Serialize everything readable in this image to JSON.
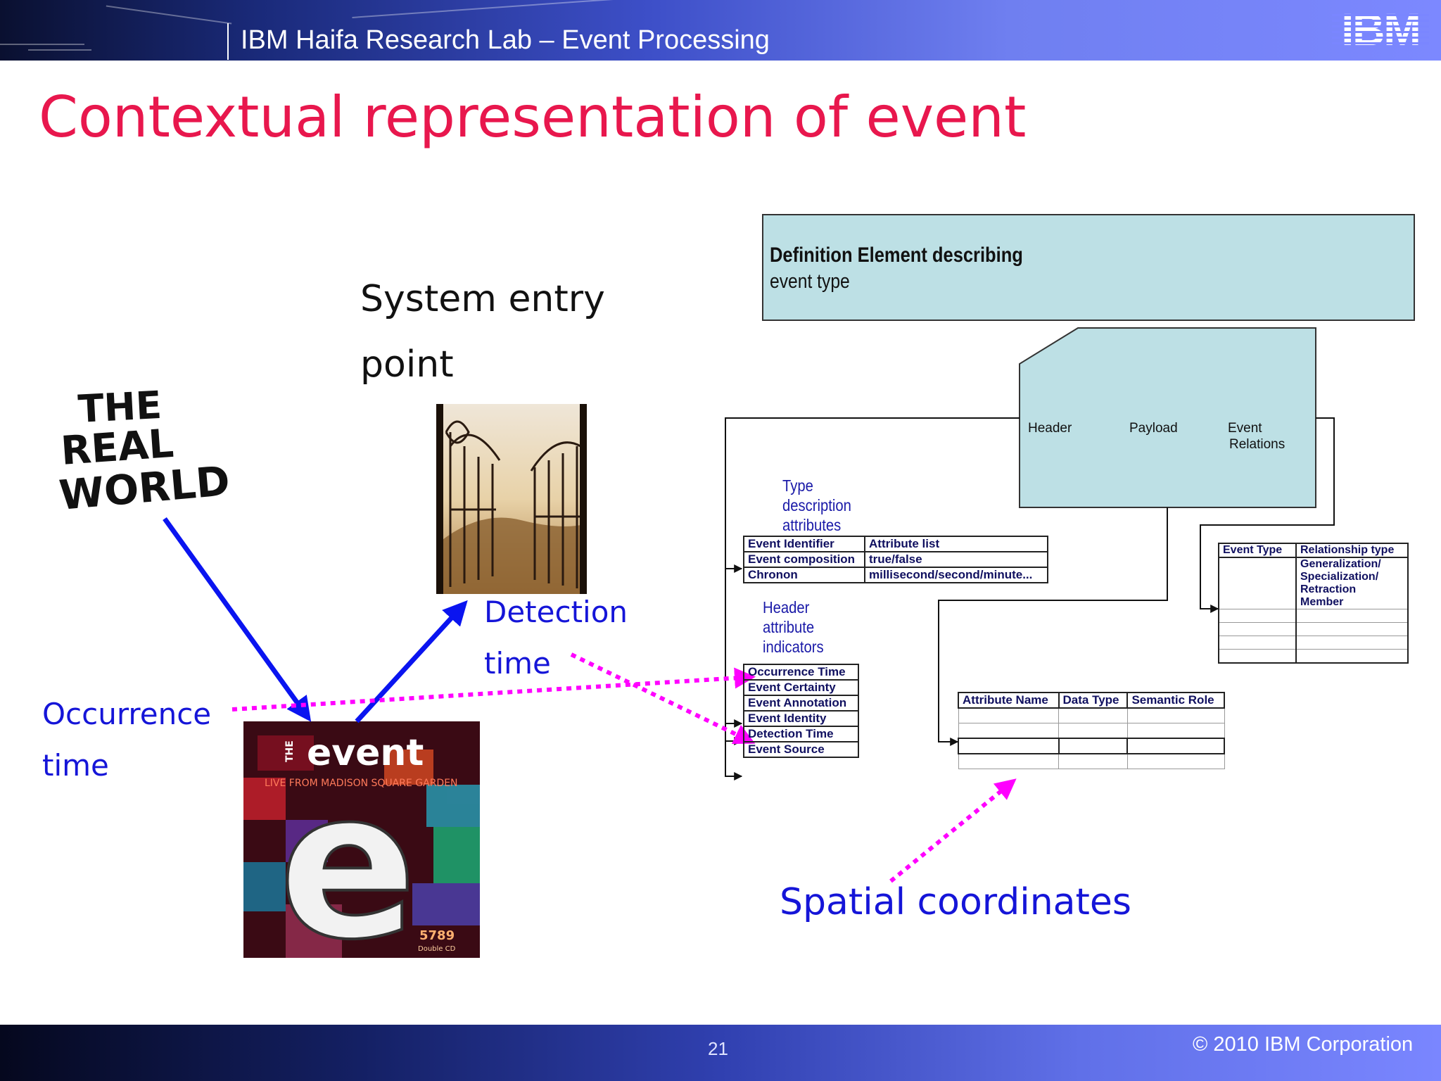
{
  "header": {
    "title": "IBM Haifa Research Lab – Event Processing",
    "logo_text": "IBM"
  },
  "slide": {
    "title": "Contextual representation of event",
    "page_number": "21",
    "copyright": "© 2010 IBM Corporation"
  },
  "left_panel": {
    "real_world_lines": [
      "THE",
      "REAL",
      "WORLD"
    ],
    "system_entry_lines": [
      "System entry",
      "point"
    ],
    "detection_time_lines": [
      "Detection",
      "time"
    ],
    "occurrence_time_lines": [
      "Occurrence",
      "time"
    ],
    "event_cover_title": "event",
    "event_cover_prefix": "THE",
    "event_cover_subtitle": "LIVE FROM MADISON SQUARE GARDEN",
    "event_cover_letter": "e",
    "event_cover_catalog": "5789",
    "event_cover_format": "Double CD",
    "spatial_coordinates": "Spatial coordinates"
  },
  "definition": {
    "title": "Definition Element describing",
    "subtitle": "event type"
  },
  "event_shape": {
    "sections": [
      "Header",
      "Payload",
      "Event",
      "Relations"
    ]
  },
  "type_description": {
    "label_lines": [
      "Type",
      "description",
      "attributes"
    ],
    "rows": [
      [
        "Event Identifier",
        "Attribute list"
      ],
      [
        "Event composition",
        "true/false"
      ],
      [
        "Chronon",
        "millisecond/second/minute..."
      ]
    ]
  },
  "header_attributes": {
    "label_lines": [
      "Header",
      "attribute",
      "indicators"
    ],
    "rows": [
      "Occurrence Time",
      "Event Certainty",
      "Event Annotation",
      "Event Identity",
      "Detection Time",
      "Event Source"
    ]
  },
  "payload_table": {
    "headers": [
      "Attribute Name",
      "Data Type",
      "Semantic Role"
    ]
  },
  "relations_table": {
    "headers": [
      "Event Type",
      "Relationship type"
    ],
    "relationship_values": [
      "Generalization/",
      "Specialization/",
      "Retraction",
      "Member"
    ]
  },
  "colors": {
    "title_red": "#e8174d",
    "hand_blue": "#1515d8",
    "arrow_blue": "#0a14f0",
    "dotted_magenta": "#ff00ff",
    "definition_fill": "#bde0e5"
  }
}
